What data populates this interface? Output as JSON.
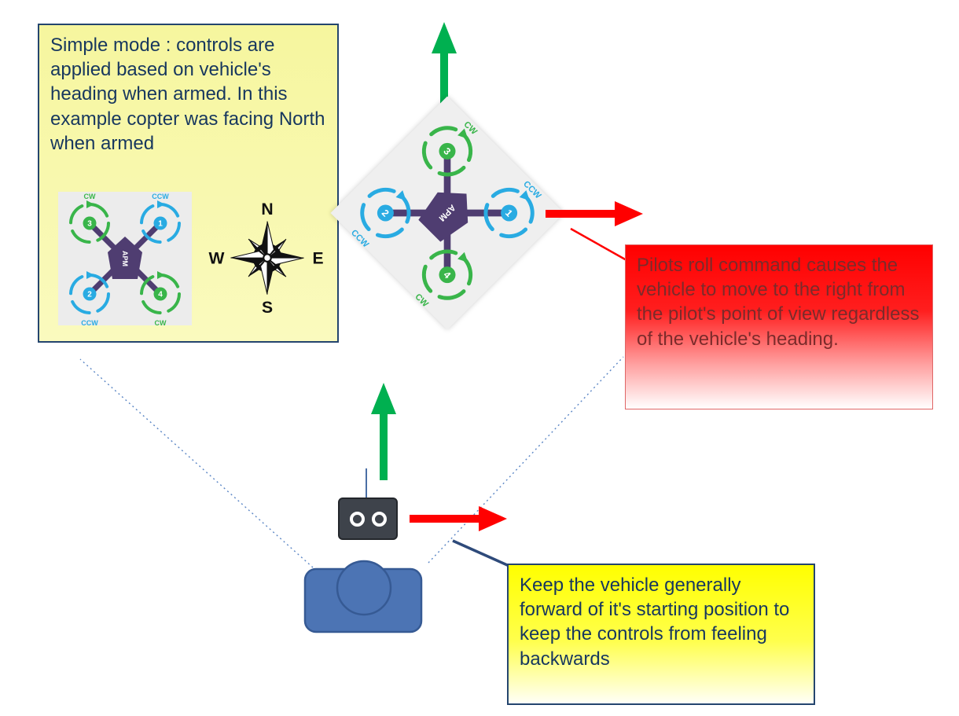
{
  "notes": {
    "simple_mode": "Simple mode : controls are applied based on vehicle's heading when armed.  In this example copter was facing North when armed",
    "roll_command": "Pilots roll command causes the vehicle to move to the right from the pilot's point of view regardless of the vehicle's heading.",
    "keep_forward": "Keep the vehicle generally forward of it's starting position to keep the controls from feeling backwards"
  },
  "compass": {
    "north": "N",
    "east": "E",
    "south": "S",
    "west": "W"
  },
  "quad": {
    "body_label": "APM",
    "motors": [
      {
        "position": "top-left",
        "number": "3",
        "rotation": "CW",
        "color": "#39B54A"
      },
      {
        "position": "top-right",
        "number": "1",
        "rotation": "CCW",
        "color": "#29ABE2"
      },
      {
        "position": "bottom-left",
        "number": "2",
        "rotation": "CCW",
        "color": "#29ABE2"
      },
      {
        "position": "bottom-right",
        "number": "4",
        "rotation": "CW",
        "color": "#39B54A"
      }
    ]
  },
  "colors": {
    "forward_arrow_green": "#00B050",
    "roll_arrow_red": "#FF0000",
    "pilot_blue": "#4C74B4",
    "note_border_navy": "#24456E",
    "frame_purple": "#4F3D71"
  }
}
